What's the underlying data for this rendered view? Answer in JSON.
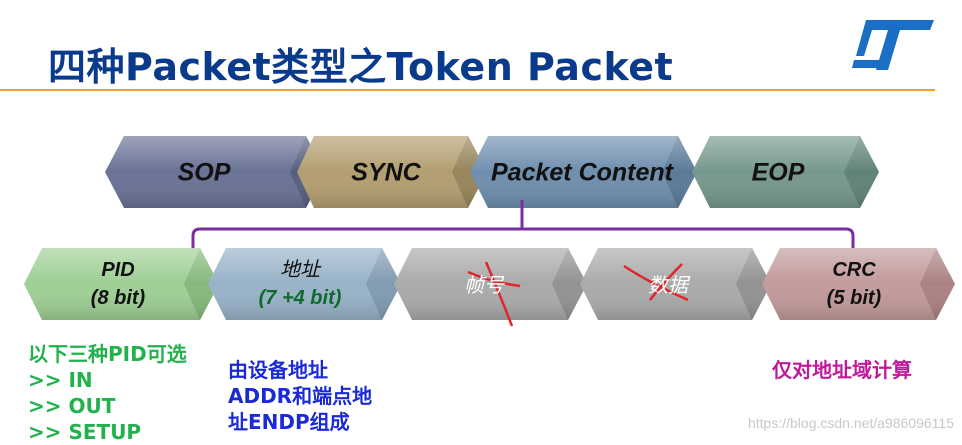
{
  "title": "四种Packet类型之Token Packet",
  "packet_fields": [
    "SOP",
    "SYNC",
    "Packet Content",
    "EOP"
  ],
  "content_fields": [
    {
      "name": "PID",
      "size": "(8 bit)"
    },
    {
      "name": "地址",
      "size": "(7 +4 bit)"
    },
    {
      "name": "帧号",
      "size": ""
    },
    {
      "name": "数据",
      "size": ""
    },
    {
      "name": "CRC",
      "size": "(5 bit)"
    }
  ],
  "notes": {
    "pid_options_title": "以下三种PID可选",
    "pid_options": [
      ">> IN",
      ">> OUT",
      ">> SETUP"
    ],
    "address_desc": [
      "由设备地址",
      "ADDR和端点地",
      "址ENDP组成"
    ],
    "crc_desc": "仅对地址域计算"
  },
  "watermark": "https://blog.csdn.net/a986096115",
  "colors": {
    "title": "#0a3a8c",
    "rule": "#f0a030",
    "sop": "#6a7296",
    "sync": "#b39e70",
    "packet_content": "#6f8fae",
    "eop": "#76988c",
    "pid": "#9ecf94",
    "address": "#98b2c8",
    "frame": "#aaaaaa",
    "data": "#aaaaaa",
    "crc": "#c29a9a",
    "bracket": "#7a2fa0",
    "strike": "#e0262a"
  }
}
